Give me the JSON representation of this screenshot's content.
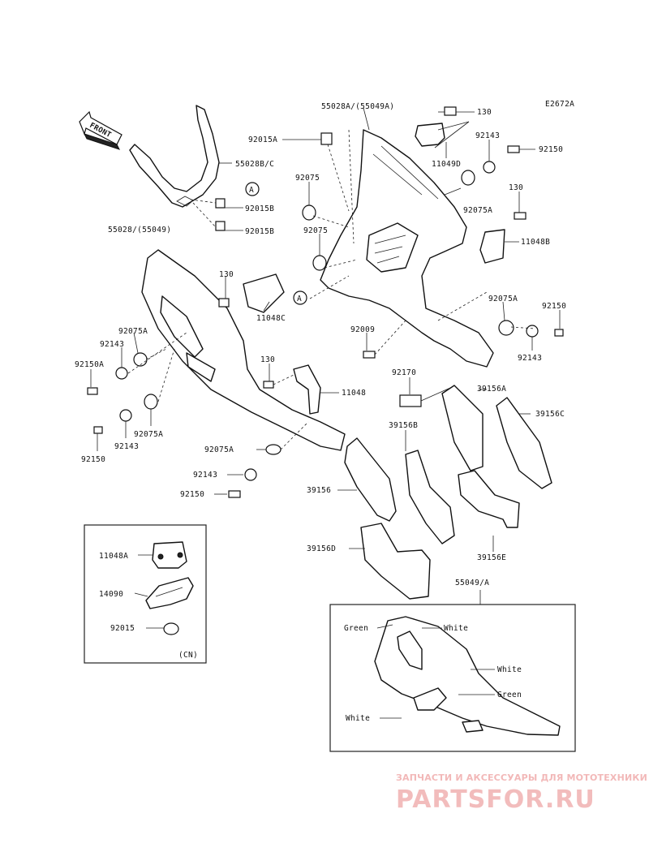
{
  "diagram_code": "E2672A",
  "labels": {
    "p130_top": "130",
    "p55028a": "55028A/(55049A)",
    "p92143_top": "92143",
    "p92150_top": "92150",
    "p11049d": "11049D",
    "p92015a": "92015A",
    "p55028b": "55028B/C",
    "p92075_a": "92075",
    "p92075a_r1": "92075A",
    "p130_r": "130",
    "p11048b": "11048B",
    "p92075_b": "92075",
    "p92015b_1": "92015B",
    "p92015b_2": "92015B",
    "p55028": "55028/(55049)",
    "p130_mid": "130",
    "p11048c": "11048C",
    "p92075a_r2": "92075A",
    "p92150_r": "92150",
    "p92075a_l": "92075A",
    "p92143_l": "92143",
    "p92150a": "92150A",
    "p92009": "92009",
    "p92143_r": "92143",
    "p130_low": "130",
    "p11048": "11048",
    "p92170": "92170",
    "p39156a": "39156A",
    "p39156c": "39156C",
    "p92075a_l2": "92075A",
    "p92143_l2": "92143",
    "p92150_l": "92150",
    "p39156b": "39156B",
    "p92075a_c": "92075A",
    "p92143_c": "92143",
    "p92150_c": "92150",
    "p39156": "39156",
    "p39156d": "39156D",
    "p39156e": "39156E",
    "p55049a": "55049/A",
    "marker_a": "A",
    "front": "FRONT"
  },
  "inset_cn": {
    "p11048a": "11048A",
    "p14090": "14090",
    "p92015": "92015",
    "region": "(CN)"
  },
  "inset_color": {
    "green_1": "Green",
    "white_1": "White",
    "white_2": "White",
    "green_2": "Green",
    "white_3": "White"
  },
  "watermark": {
    "tagline": "ЗАПЧАСТИ И АКСЕССУАРЫ ДЛЯ МОТОТЕХНИКИ",
    "brand": "PARTSFOR.RU"
  }
}
